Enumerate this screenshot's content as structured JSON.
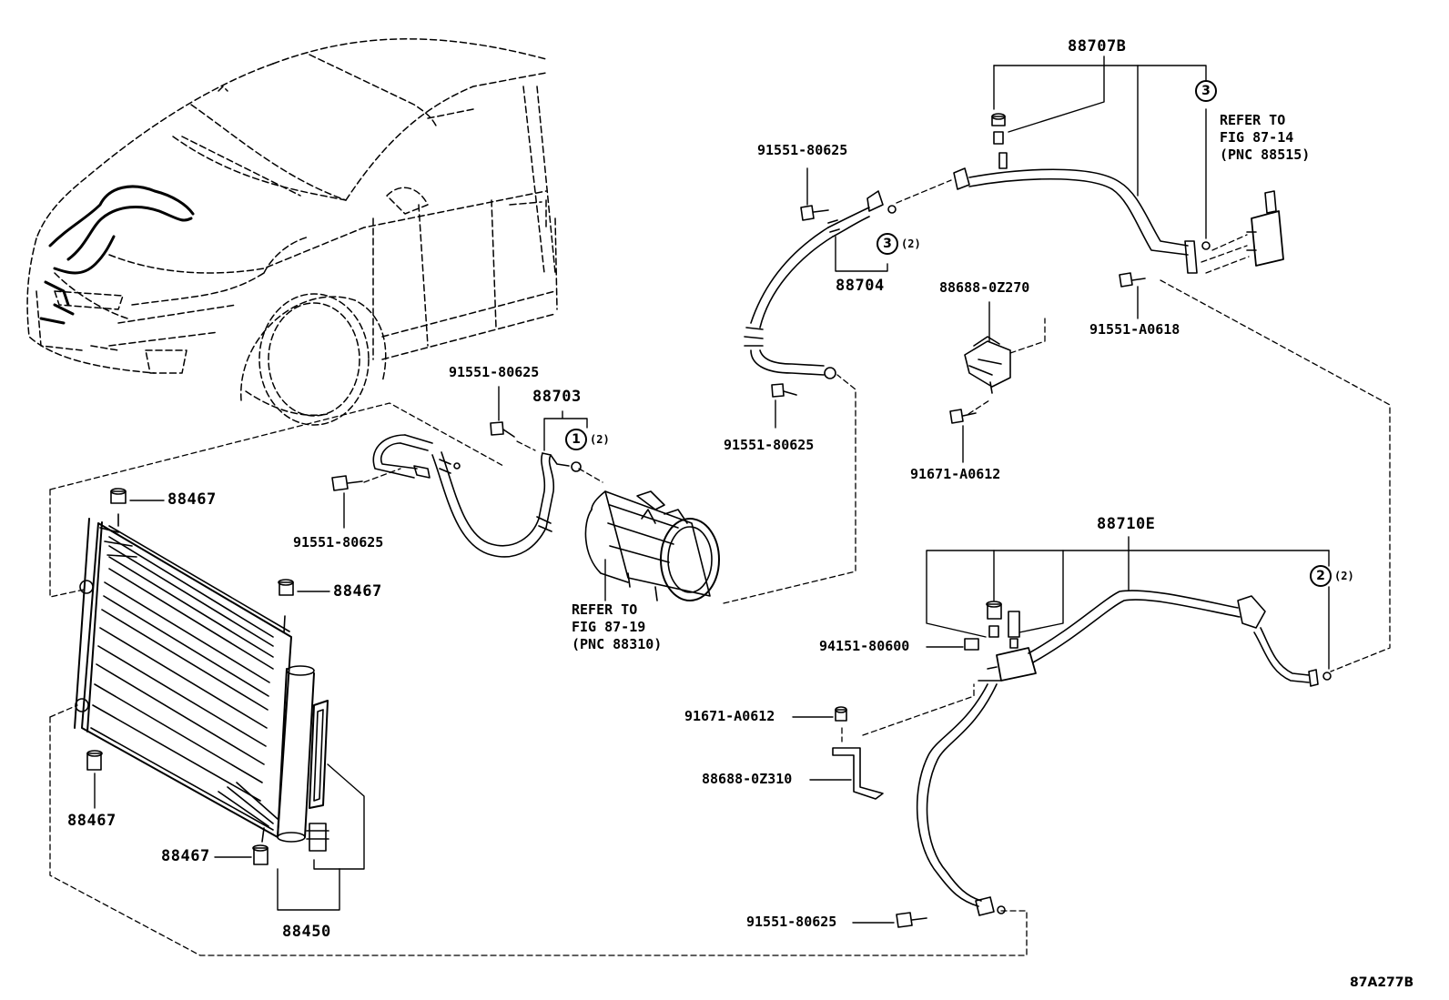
{
  "diagram_id": "87A277B",
  "labels": {
    "p88707b": "88707B",
    "p91551_80625_a": "91551-80625",
    "p88704": "88704",
    "p88688_0z270": "88688-0Z270",
    "p91551_a0618": "91551-A0618",
    "p91551_80625_b": "91551-80625",
    "p91671_a0612_a": "91671-A0612",
    "p88703": "88703",
    "p91551_80625_c": "91551-80625",
    "p91551_80625_d": "91551-80625",
    "p88467_a": "88467",
    "p88467_b": "88467",
    "p88467_c": "88467",
    "p88467_d": "88467",
    "p88450": "88450",
    "p88710e": "88710E",
    "p94151_80600": "94151-80600",
    "p91671_a0612_b": "91671-A0612",
    "p88688_0z310": "88688-0Z310",
    "p91551_80625_e": "91551-80625"
  },
  "notes": {
    "refer_expansion_valve": "REFER TO\nFIG 87-14\n(PNC 88515)",
    "refer_compressor": "REFER TO\nFIG 87-19\n(PNC 88310)"
  },
  "callouts": {
    "c3_top": "3",
    "c3_mid": "3",
    "c1": "1",
    "c2": "2",
    "qty_c3": "(2)",
    "qty_c1": "(2)",
    "qty_c2": "(2)"
  },
  "colors": {
    "ink": "#000000",
    "paper": "#ffffff"
  }
}
